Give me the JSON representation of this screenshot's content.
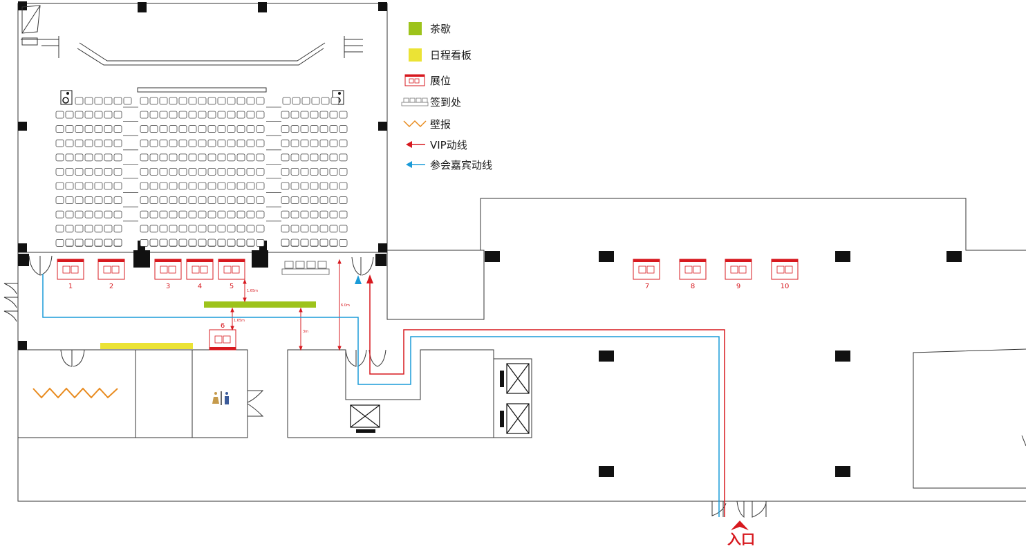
{
  "legend": {
    "tea_break": "茶歇",
    "agenda_board": "日程看板",
    "booth": "展位",
    "check_in": "签到处",
    "wall_poster": "壁报",
    "vip_route": "VIP动线",
    "guest_route": "参会嘉宾动线"
  },
  "booths": {
    "b1": "1",
    "b2": "2",
    "b3": "3",
    "b4": "4",
    "b5": "5",
    "b6": "6",
    "b7": "7",
    "b8": "8",
    "b9": "9",
    "b10": "10"
  },
  "dimensions": {
    "d_165_upper": "1.65m",
    "d_165_lower": "1.65m",
    "d_3m": "3m",
    "d_6m": "6.0m"
  },
  "entrance_label": "入口",
  "colors": {
    "tea_break": "#9dc31b",
    "agenda_board": "#ebe335",
    "booth": "#d7191f",
    "vip_route": "#d7191f",
    "guest_route": "#1a9bd8",
    "wall_poster": "#e88a1d"
  }
}
